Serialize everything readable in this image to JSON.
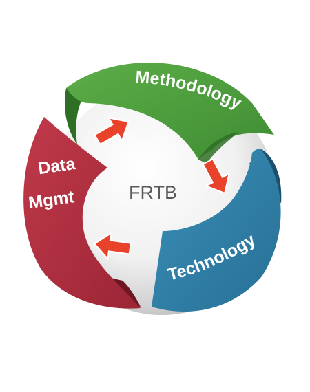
{
  "center": {
    "label": "FRTB"
  },
  "segments": [
    {
      "id": "methodology",
      "label_lines": [
        "Methodology"
      ],
      "color": "#4a9a3c",
      "shade": "#2f6e25"
    },
    {
      "id": "technology",
      "label_lines": [
        "Technology"
      ],
      "color": "#2e7fa6",
      "shade": "#1b4f6c"
    },
    {
      "id": "data-mgmt",
      "label_lines": [
        "Data",
        "Mgmt"
      ],
      "color": "#b0303f",
      "shade": "#6e1724"
    }
  ],
  "colors": {
    "arrow": "#e8432a",
    "arrow_outline": "#ffffff",
    "sphere_highlight": "#ffffff",
    "sphere_shadow": "#a9a9a9"
  },
  "arrows": [
    {
      "name": "arrow-data-to-methodology",
      "icon": "red-arrow-icon"
    },
    {
      "name": "arrow-methodology-to-technology",
      "icon": "red-arrow-icon"
    },
    {
      "name": "arrow-technology-to-data",
      "icon": "red-arrow-icon"
    }
  ]
}
